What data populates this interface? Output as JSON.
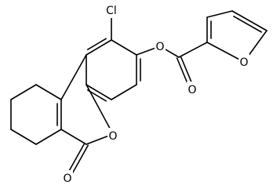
{
  "atoms": [
    {
      "id": "Cl",
      "symbol": "Cl"
    },
    {
      "id": "O_ester",
      "symbol": "O"
    },
    {
      "id": "O_carbonyl1",
      "symbol": "O"
    },
    {
      "id": "O_furan",
      "symbol": "O"
    },
    {
      "id": "O_lactone",
      "symbol": "O"
    },
    {
      "id": "O_carbonyl2",
      "symbol": "O"
    }
  ]
}
